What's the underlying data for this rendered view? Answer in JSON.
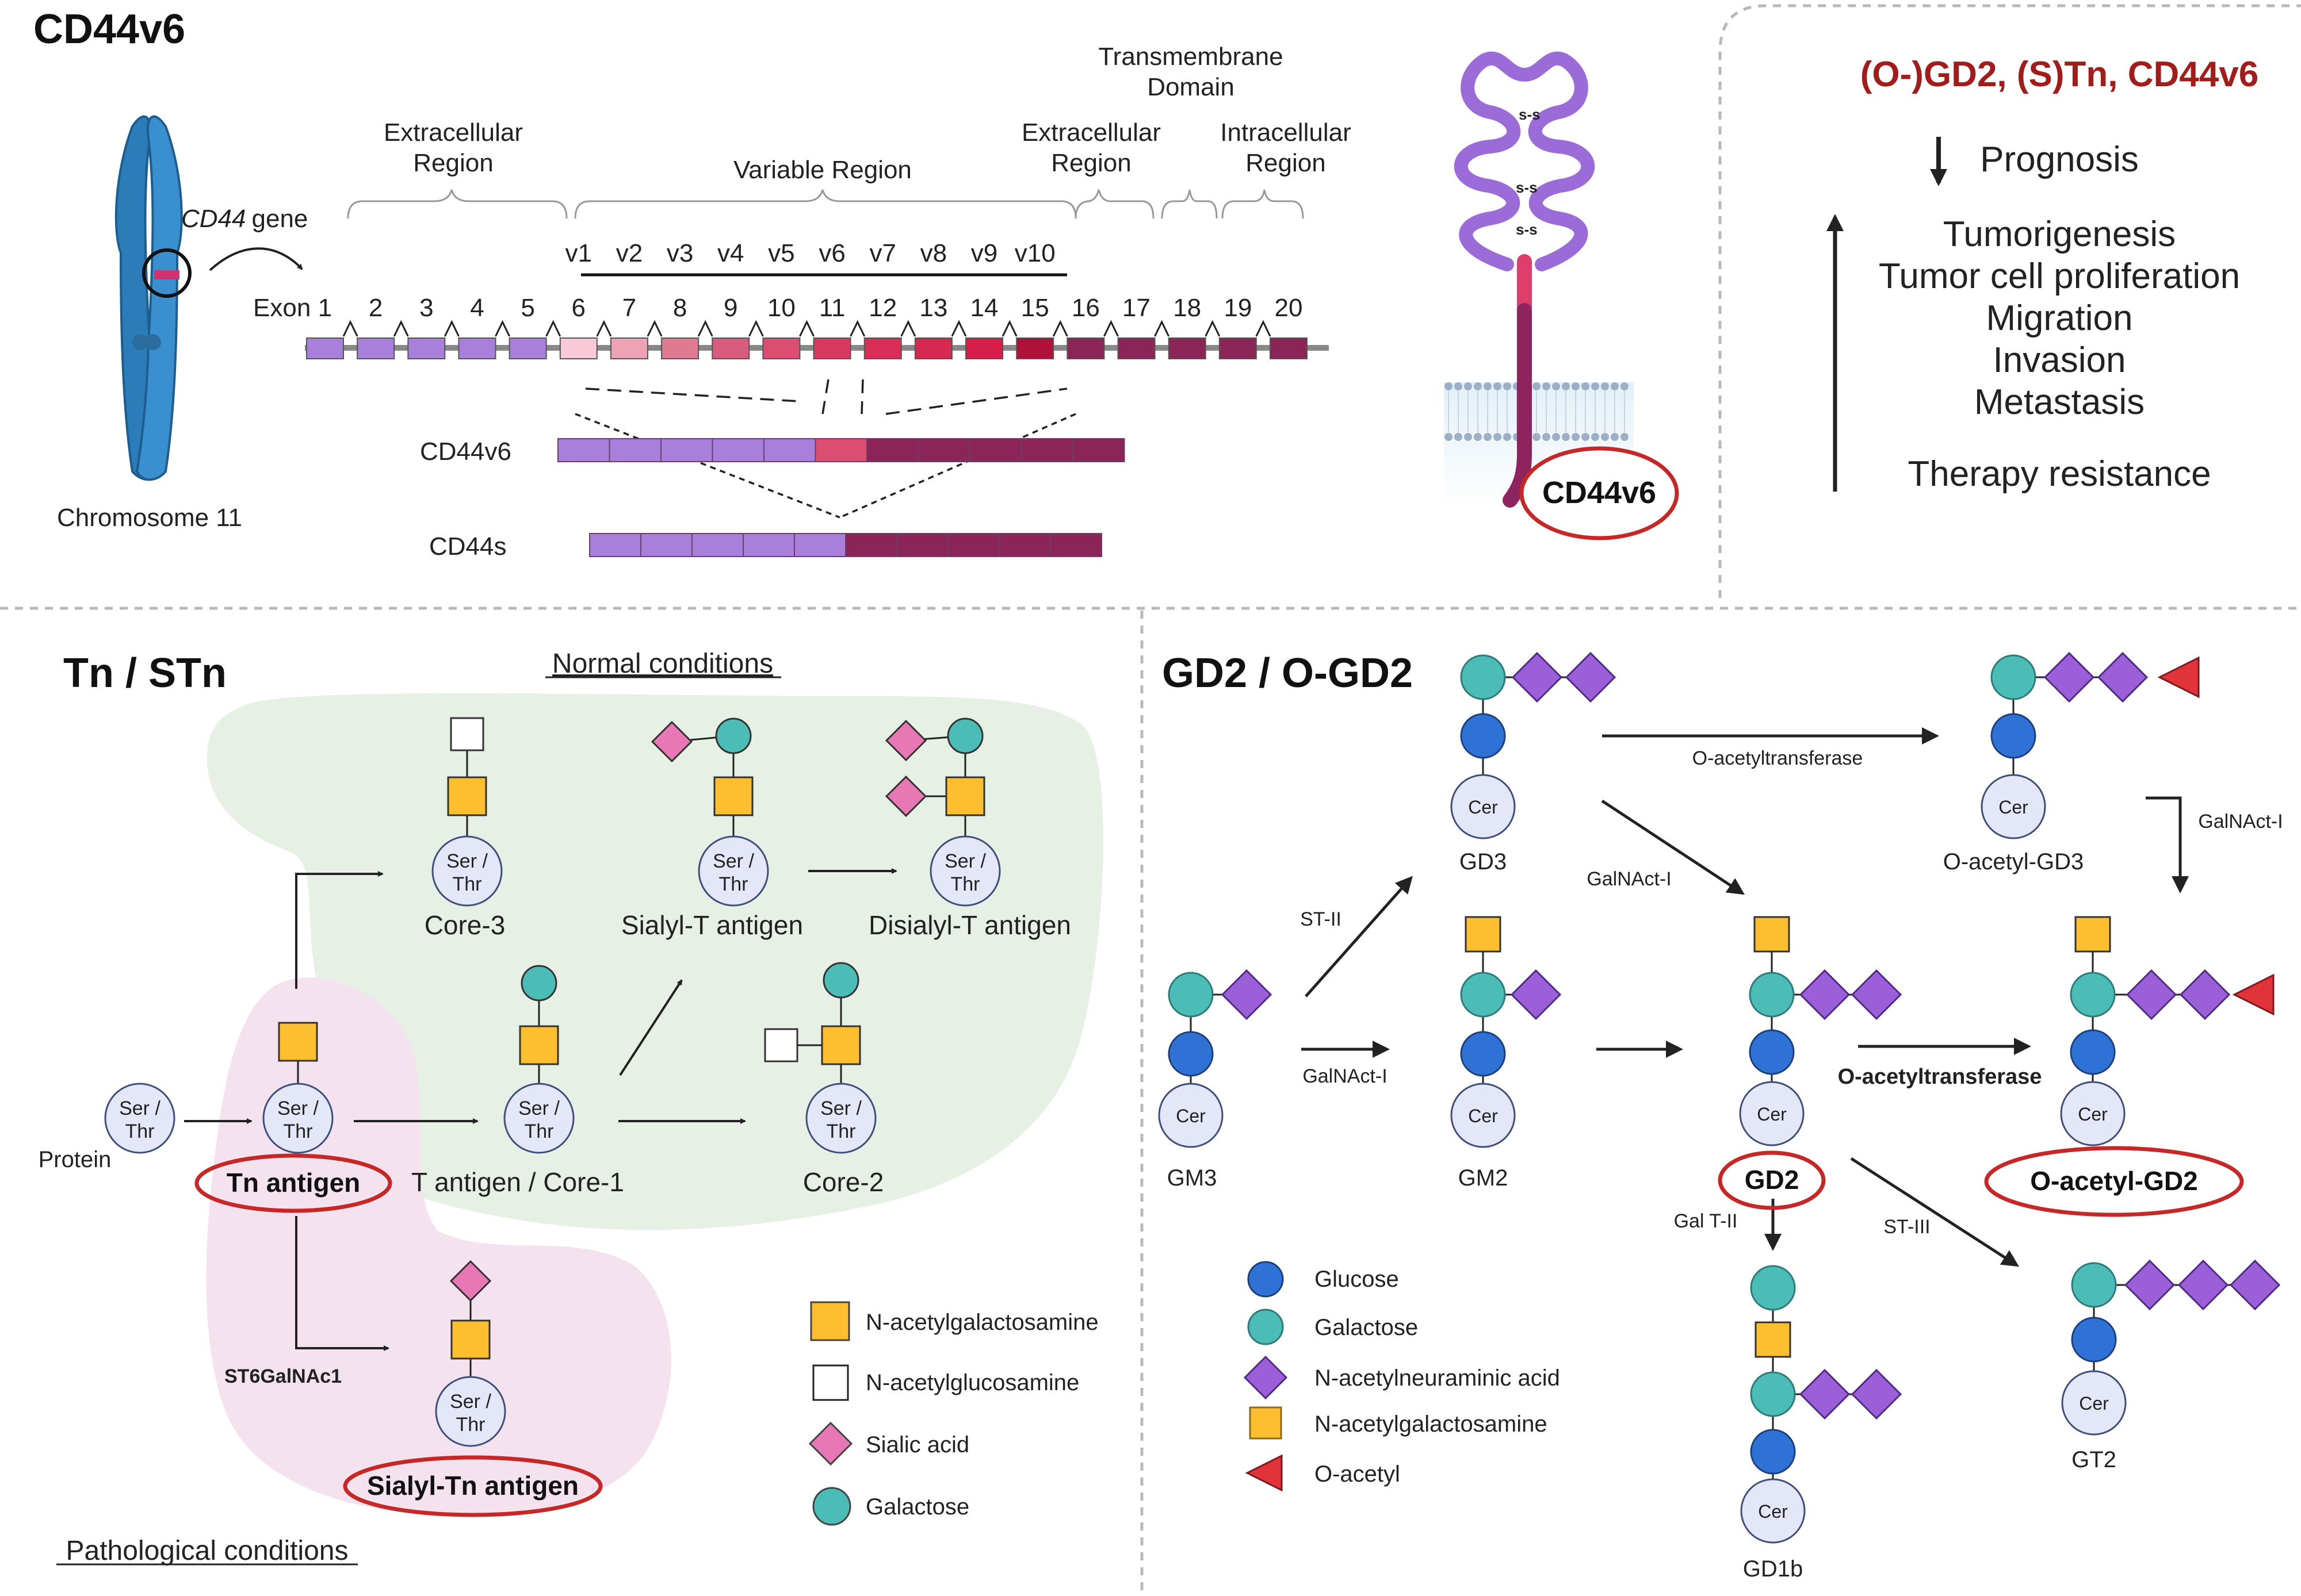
{
  "colors": {
    "galnac": "#fdbe2f",
    "glcnac": "#ffffff",
    "sialic": "#e877b6",
    "galactose": "#4cbcb7",
    "glucose": "#2f72d6",
    "neu5ac": "#9b5fd8",
    "oacetyl": "#e0333a",
    "serthr_fill": "#e3e7f8",
    "highlight": "#c62828",
    "title_red": "#a31c1c",
    "normal_bg": "#e7f0e4",
    "patho_bg": "#f4e3ee",
    "exon_purple": "#a880dc",
    "exon_dark": "#8b2457"
  },
  "cd44": {
    "title": "CD44v6",
    "chromosome_label": "Chromosome 11",
    "gene_italic": "CD44",
    "gene_rest": "gene",
    "exon_label": "Exon",
    "exon_numbers": [
      "1",
      "2",
      "3",
      "4",
      "5",
      "6",
      "7",
      "8",
      "9",
      "10",
      "11",
      "12",
      "13",
      "14",
      "15",
      "16",
      "17",
      "18",
      "19",
      "20"
    ],
    "variant_labels": [
      "v1",
      "v2",
      "v3",
      "v4",
      "v5",
      "v6",
      "v7",
      "v8",
      "v9",
      "v10"
    ],
    "regions": {
      "extra1_line1": "Extracellular",
      "extra1_line2": "Region",
      "variable": "Variable Region",
      "extra2_line1": "Extracellular",
      "extra2_line2": "Region",
      "tm_line1": "Transmembrane",
      "tm_line2": "Domain",
      "intra_line1": "Intracellular",
      "intra_line2": "Region"
    },
    "isoform_v6": "CD44v6",
    "isoform_s": "CD44s",
    "protein_label": "CD44v6",
    "ss_label": "s-s"
  },
  "prognosis": {
    "title": "(O-)GD2, (S)Tn, CD44v6",
    "prognosis": "Prognosis",
    "items": [
      "Tumorigenesis",
      "Tumor cell proliferation",
      "Migration",
      "Invasion",
      "Metastasis"
    ],
    "therapy": "Therapy resistance"
  },
  "tn": {
    "title": "Tn / STn",
    "normal": "Normal conditions",
    "pathological": "Pathological conditions",
    "serthr_line1": "Ser /",
    "serthr_line2": "Thr",
    "protein": "Protein",
    "tn_antigen": "Tn antigen",
    "t_antigen": "T antigen / Core-1",
    "core3": "Core-3",
    "core2": "Core-2",
    "sialyl_t": "Sialyl-T antigen",
    "disialyl_t": "Disialyl-T antigen",
    "sialyl_tn": "Sialyl-Tn antigen",
    "enzyme": "ST6GalNAc1",
    "legend": [
      "N-acetylgalactosamine",
      "N-acetylglucosamine",
      "Sialic acid",
      "Galactose"
    ]
  },
  "gd2": {
    "title": "GD2 / O-GD2",
    "cer": "Cer",
    "gm3": "GM3",
    "gm2": "GM2",
    "gd3": "GD3",
    "gd2": "GD2",
    "o_gd3": "O-acetyl-GD3",
    "o_gd2": "O-acetyl-GD2",
    "gd1b": "GD1b",
    "gt2": "GT2",
    "enzymes": {
      "st2": "ST-II",
      "galnact1_a": "GalNAct-I",
      "galnact1_b": "GalNAct-I",
      "galnact1_c": "GalNAct-I",
      "oacetyl_top": "O-acetyltransferase",
      "oacetyl_mid": "O-acetyltransferase",
      "galt2": "Gal T-II",
      "st3": "ST-III"
    },
    "legend": [
      "Glucose",
      "Galactose",
      "N-acetylneuraminic acid",
      "N-acetylgalactosamine",
      "O-acetyl"
    ]
  }
}
